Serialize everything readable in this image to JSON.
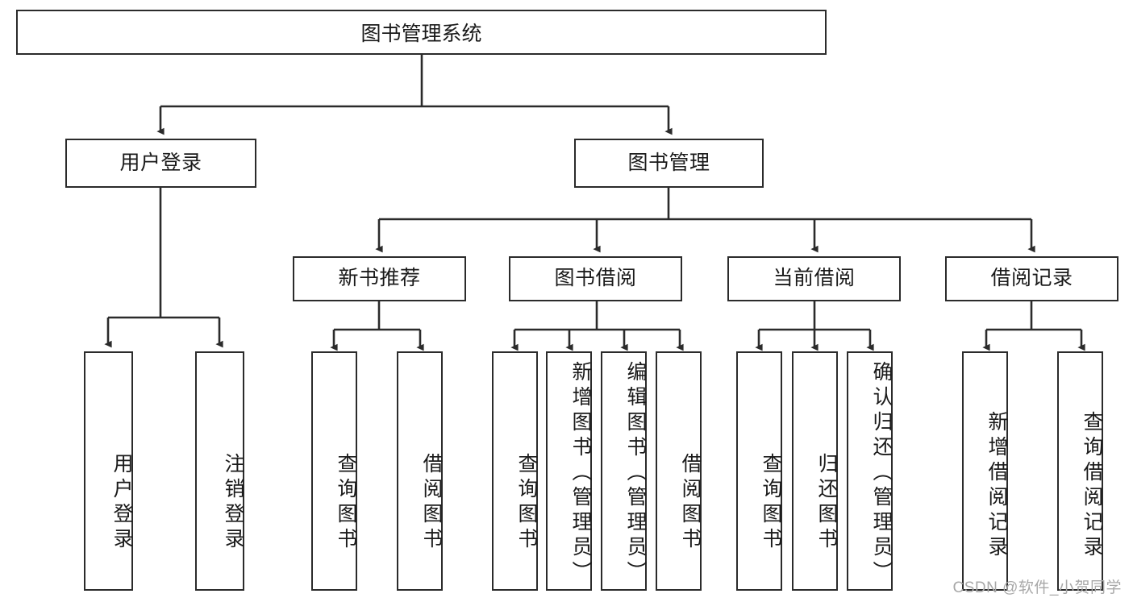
{
  "diagram": {
    "type": "tree-hierarchy",
    "title": "图书管理系统",
    "root": {
      "label": "图书管理系统"
    },
    "level2": [
      {
        "id": "user-login",
        "label": "用户登录"
      },
      {
        "id": "book-management",
        "label": "图书管理"
      }
    ],
    "level3": [
      {
        "id": "new-book-recommend",
        "label": "新书推荐",
        "parent": "book-management"
      },
      {
        "id": "book-borrow",
        "label": "图书借阅",
        "parent": "book-management"
      },
      {
        "id": "current-borrow",
        "label": "当前借阅",
        "parent": "book-management"
      },
      {
        "id": "borrow-record",
        "label": "借阅记录",
        "parent": "book-management"
      }
    ],
    "leaves": [
      {
        "id": "leaf-user-login",
        "label": "用户登录",
        "parent": "user-login"
      },
      {
        "id": "leaf-user-logout",
        "label": "注销登录",
        "parent": "user-login"
      },
      {
        "id": "leaf-query-book-1",
        "label": "查询图书",
        "parent": "new-book-recommend"
      },
      {
        "id": "leaf-borrow-book-1",
        "label": "借阅图书",
        "parent": "new-book-recommend"
      },
      {
        "id": "leaf-query-book-2",
        "label": "查询图书",
        "parent": "book-borrow"
      },
      {
        "id": "leaf-add-book",
        "label": "新增图书（管理员）",
        "parent": "book-borrow"
      },
      {
        "id": "leaf-edit-book",
        "label": "编辑图书（管理员）",
        "parent": "book-borrow"
      },
      {
        "id": "leaf-borrow-book-2",
        "label": "借阅图书",
        "parent": "book-borrow"
      },
      {
        "id": "leaf-query-book-3",
        "label": "查询图书",
        "parent": "current-borrow"
      },
      {
        "id": "leaf-return-book",
        "label": "归还图书",
        "parent": "current-borrow"
      },
      {
        "id": "leaf-confirm-return",
        "label": "确认归还（管理员）",
        "parent": "current-borrow"
      },
      {
        "id": "leaf-add-record",
        "label": "新增借阅记录",
        "parent": "borrow-record"
      },
      {
        "id": "leaf-query-record",
        "label": "查询借阅记录",
        "parent": "borrow-record"
      }
    ]
  },
  "watermark": {
    "text": "CSDN @软件_小贺同学"
  },
  "colors": {
    "stroke": "#2b2b2b",
    "text": "#1a1a1a",
    "background": "#ffffff",
    "watermark": "#a8a8a8"
  }
}
